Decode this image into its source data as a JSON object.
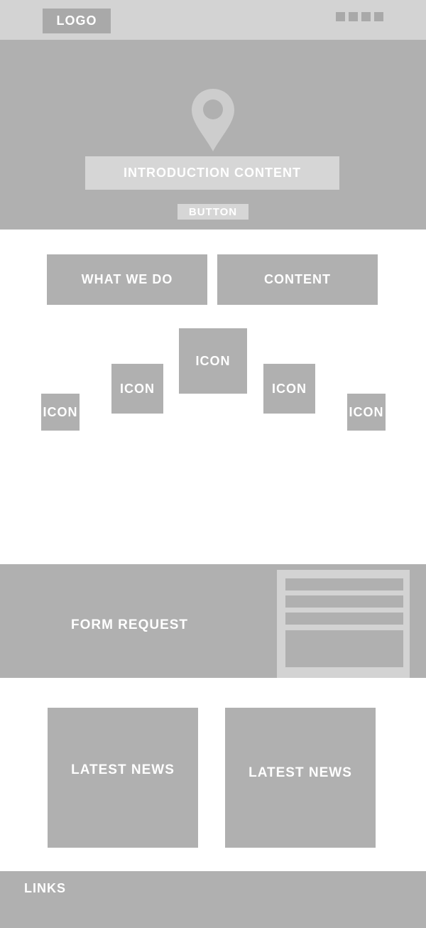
{
  "header": {
    "logo_label": "LOGO",
    "menu_dots": 4
  },
  "hero": {
    "icon": "map-pin-icon",
    "intro_label": "INTRODUCTION CONTENT",
    "button_label": "BUTTON"
  },
  "features": {
    "what_we_do_label": "WHAT WE DO",
    "content_label": "CONTENT",
    "icons": [
      "ICON",
      "ICON",
      "ICON",
      "ICON",
      "ICON"
    ]
  },
  "form": {
    "label": "FORM REQUEST"
  },
  "news": {
    "items": [
      "LATEST NEWS",
      "LATEST NEWS"
    ]
  },
  "footer": {
    "links_label": "LINKS"
  },
  "colors": {
    "header_bg": "#d3d3d3",
    "block_bg": "#b0b0b0",
    "light_block": "#d6d6d6",
    "text": "#ffffff"
  }
}
